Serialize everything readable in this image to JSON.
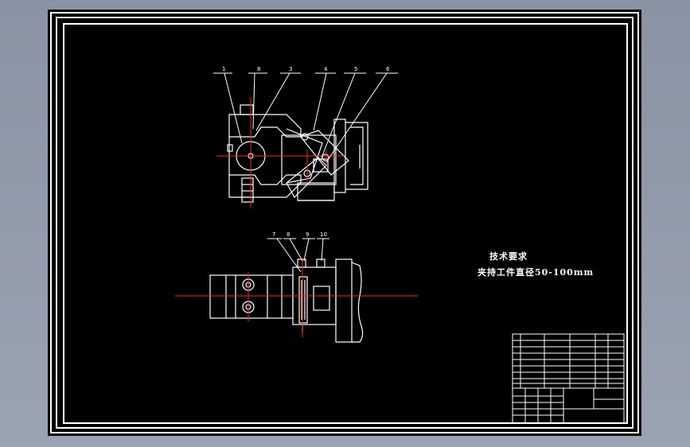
{
  "drawing": {
    "tech_req_title": "技术要求",
    "tech_req_text": "夹持工件直径50-100mm",
    "balloons_top": [
      "1",
      "8",
      "3",
      "4",
      "5",
      "6"
    ],
    "balloons_bottom": [
      "7",
      "8",
      "9",
      "10"
    ]
  },
  "colors": {
    "background": "#000000",
    "lines": "#ffffff",
    "centerlines": "#ff2020",
    "frame_outer": "#ffffff"
  }
}
